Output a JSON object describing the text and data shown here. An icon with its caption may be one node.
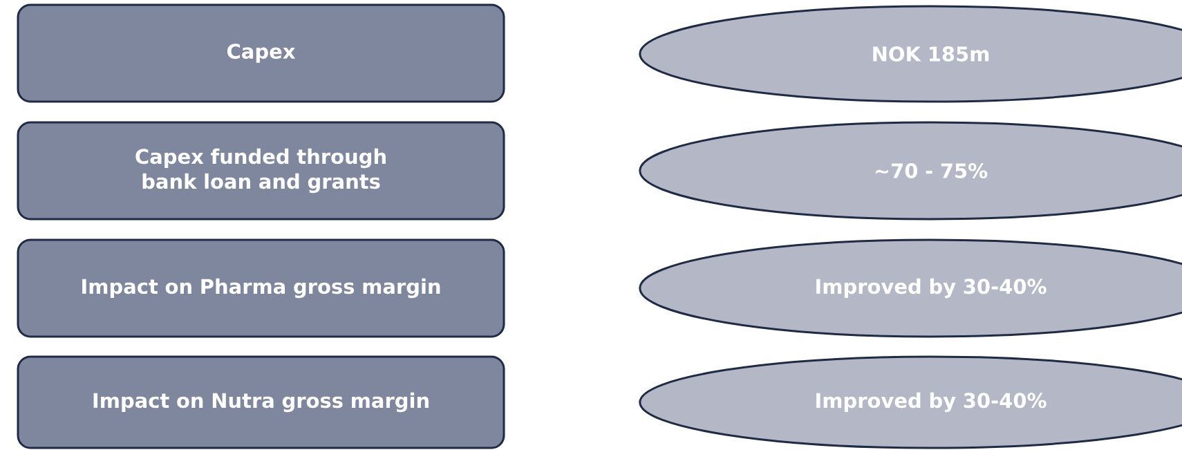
{
  "diagram": {
    "nodes": [
      {
        "text": [
          "Capex"
        ]
      },
      {
        "text": [
          "Capex funded through bank loan and grants"
        ]
      },
      {
        "text": [
          "Impact on Pharma gross margin"
        ]
      },
      {
        "text": [
          "Impact on Nutra gross margin"
        ]
      },
      {
        "text": [
          "NOK 185m"
        ]
      },
      {
        "text": [
          "~70 - 75%"
        ]
      },
      {
        "text": [
          "Improved by 30-40%"
        ]
      },
      {
        "text": [
          "Improved by 30-40%"
        ]
      }
    ]
  }
}
